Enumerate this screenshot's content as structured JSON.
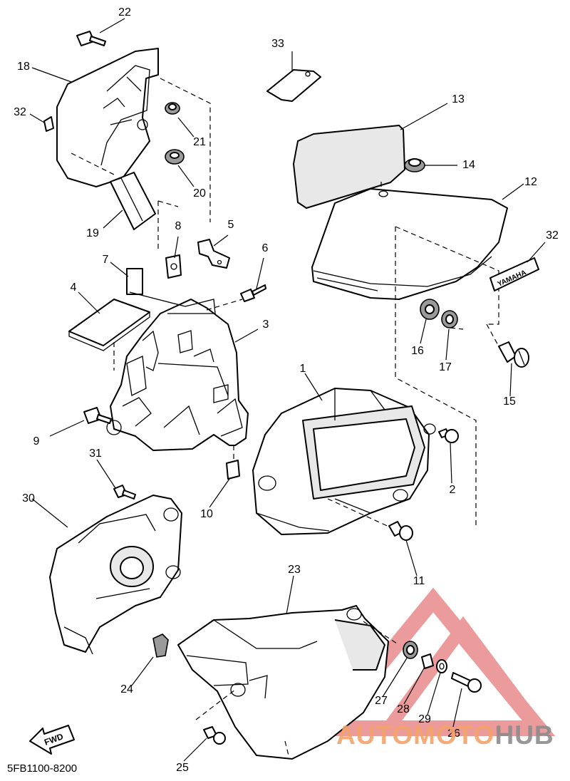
{
  "diagram": {
    "code": "5FB1100-8200",
    "fwd_label": "FWD",
    "emblem_text": "YAMAHA",
    "watermark": {
      "text_a": "AUTOMOTO",
      "text_b": "HUB",
      "color_a": "#f3a36a",
      "color_b": "#8c8c8c",
      "triangle_color": "#e88a8a"
    },
    "callouts": [
      {
        "id": "c1",
        "label": "1"
      },
      {
        "id": "c2",
        "label": "2"
      },
      {
        "id": "c3",
        "label": "3"
      },
      {
        "id": "c4",
        "label": "4"
      },
      {
        "id": "c5",
        "label": "5"
      },
      {
        "id": "c6",
        "label": "6"
      },
      {
        "id": "c7",
        "label": "7"
      },
      {
        "id": "c8",
        "label": "8"
      },
      {
        "id": "c9",
        "label": "9"
      },
      {
        "id": "c10",
        "label": "10"
      },
      {
        "id": "c11",
        "label": "11"
      },
      {
        "id": "c12",
        "label": "12"
      },
      {
        "id": "c13",
        "label": "13"
      },
      {
        "id": "c14",
        "label": "14"
      },
      {
        "id": "c15",
        "label": "15"
      },
      {
        "id": "c16",
        "label": "16"
      },
      {
        "id": "c17",
        "label": "17"
      },
      {
        "id": "c18",
        "label": "18"
      },
      {
        "id": "c19",
        "label": "19"
      },
      {
        "id": "c20",
        "label": "20"
      },
      {
        "id": "c21",
        "label": "21"
      },
      {
        "id": "c22",
        "label": "22"
      },
      {
        "id": "c23",
        "label": "23"
      },
      {
        "id": "c24",
        "label": "24"
      },
      {
        "id": "c25",
        "label": "25"
      },
      {
        "id": "c26",
        "label": "26"
      },
      {
        "id": "c27",
        "label": "27"
      },
      {
        "id": "c28",
        "label": "28"
      },
      {
        "id": "c29",
        "label": "29"
      },
      {
        "id": "c30",
        "label": "30"
      },
      {
        "id": "c31",
        "label": "31"
      },
      {
        "id": "c32a",
        "label": "32"
      },
      {
        "id": "c32b",
        "label": "32"
      },
      {
        "id": "c33",
        "label": "33"
      }
    ]
  }
}
